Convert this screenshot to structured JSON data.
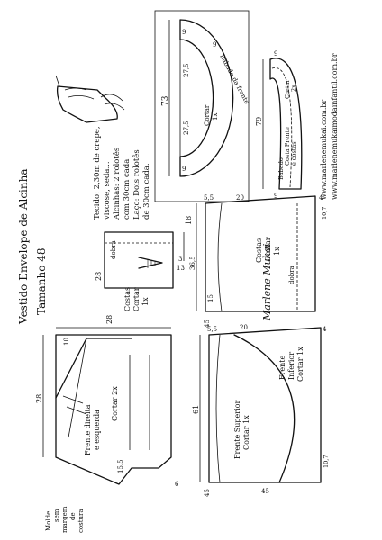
{
  "sheet": {
    "title_line1": "Vestido Envelope de Alcinha",
    "title_line2": "Tamanho 48",
    "materials": [
      "Tecido: 2,30m de crepe,",
      "viscose, seda...",
      "Alcinhas: 2 rolotês",
      "com 30cm cada",
      "Laço: Dois rolotês",
      "de 30cm cada."
    ],
    "note_lines": [
      "Molde",
      "sem",
      "margem",
      "de",
      "costura"
    ],
    "signature": "Marlene Mukai",
    "website_1": "www.marlenemukai.com.br",
    "website_2": "www.marlenemukaimodainfantil.com.br"
  },
  "pieces": {
    "ruffle_front": {
      "label_line1": "Babado da frente",
      "label_line2": "Cortar",
      "label_line3": "1x",
      "dim_73": "73",
      "dim_9a": "9",
      "dim_9b": "9",
      "dim_9c": "9",
      "dim_275a": "27,5",
      "dim_275b": "27,5"
    },
    "ruffle_back": {
      "label_line1": "Babado",
      "label_line2": "Costa Frente",
      "label_line3": "e costas",
      "label_line4": "Cortar",
      "label_line5": "2x",
      "dim_79": "79",
      "dim_9a": "9",
      "dim_9b": "9"
    },
    "bodice_back": {
      "label_line1": "Costas",
      "label_line2": "Cortar",
      "label_line3": "1x",
      "fold": "dobra",
      "dim_18": "18",
      "dim_28": "28",
      "dim_13": "13",
      "dim_3": "3"
    },
    "bodice_front": {
      "label_line1": "Frente direita",
      "label_line2": "e esquerda",
      "label_line3": "Cortar 2x",
      "dim_28a": "28",
      "dim_28b": "28",
      "dim_10": "10",
      "dim_15": "15,5",
      "dim_6": "6"
    },
    "skirt_back": {
      "label_line1": "Costas",
      "label_line2": "Cortar",
      "label_line3": "1x",
      "fold": "dobra",
      "dim_20": "20",
      "dim_55": "5,5",
      "dim_365": "36,5",
      "dim_15": "15",
      "dim_45": "45",
      "dim_4": "4",
      "dim_107": "10,7"
    },
    "skirt_front": {
      "upper_line1": "Frente Superior",
      "upper_line2": "Cortar 1x",
      "lower_line1": "Frente",
      "lower_line2": "Inferior",
      "lower_line3": "Cortar 1x",
      "dim_20": "20",
      "dim_55": "5,5",
      "dim_61": "61",
      "dim_45a": "45",
      "dim_45b": "45",
      "dim_4": "4",
      "dim_107": "10,7"
    }
  }
}
